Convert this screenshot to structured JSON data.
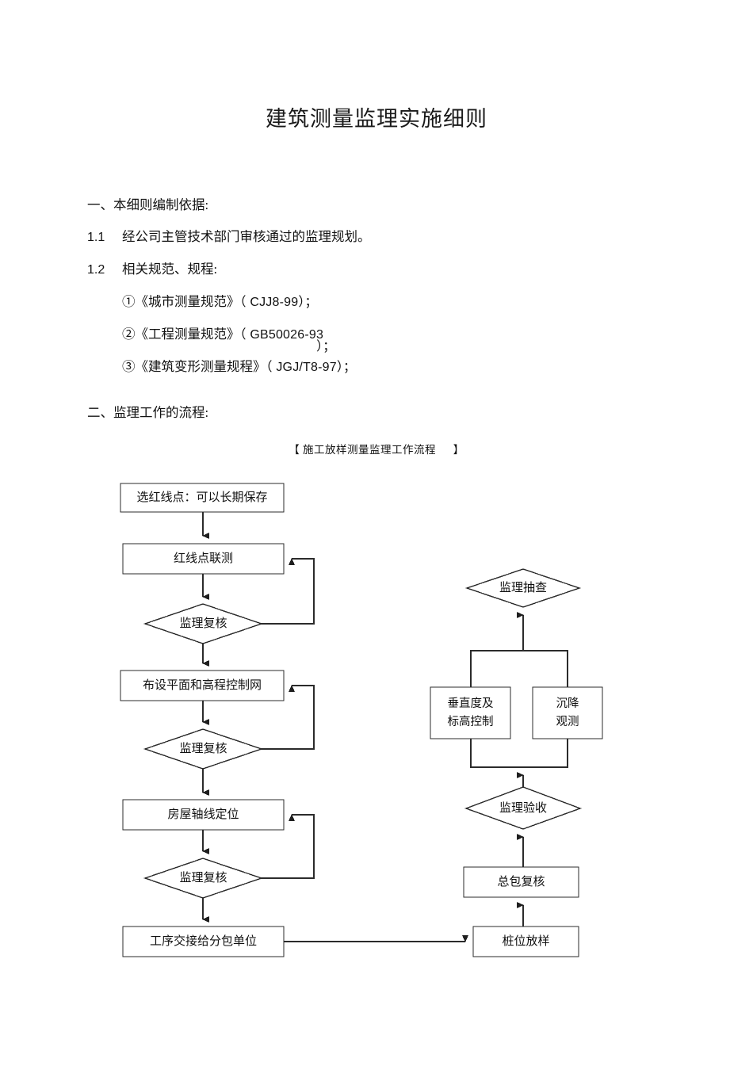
{
  "document": {
    "title": "建筑测量监理实施细则",
    "sections": [
      {
        "heading": "一、本细则编制依据:"
      },
      {
        "number": "1.1",
        "text": "经公司主管技术部门审核通过的监理规划。"
      },
      {
        "number": "1.2",
        "text": "相关规范、规程:"
      }
    ],
    "standards": [
      {
        "marker": "①",
        "name": "《城市测量规范》",
        "code": "（ CJJ8-99）；"
      },
      {
        "marker": "②",
        "name": "《工程测量规范》",
        "code": "（ GB50026-93",
        "code_suffix": "）；"
      },
      {
        "marker": "③",
        "name": "《建筑变形测量规程》",
        "code": "（ JGJ/T8-97）；"
      }
    ],
    "section_two_heading": "二、监理工作的流程:",
    "flow_caption": "【 施工放样测量监理工作流程 　 】"
  },
  "flowchart": {
    "left_column": [
      {
        "id": "select-red-line-point",
        "shape": "box",
        "label": "选红线点：可以长期保存"
      },
      {
        "id": "red-line-joint-survey",
        "shape": "box",
        "label": "红线点联测"
      },
      {
        "id": "supervision-review-1",
        "shape": "diamond",
        "label": "监理复核"
      },
      {
        "id": "layout-control-network",
        "shape": "box",
        "label": "布设平面和高程控制网"
      },
      {
        "id": "supervision-review-2",
        "shape": "diamond",
        "label": "监理复核"
      },
      {
        "id": "building-axis-positioning",
        "shape": "box",
        "label": "房屋轴线定位"
      },
      {
        "id": "supervision-review-3",
        "shape": "diamond",
        "label": "监理复核"
      },
      {
        "id": "handover-to-subcontractor",
        "shape": "box",
        "label": "工序交接给分包单位"
      }
    ],
    "right_column": [
      {
        "id": "supervision-spot-check",
        "shape": "diamond",
        "label": "监理抽查"
      },
      {
        "id": "verticality-elevation-control",
        "shape": "box",
        "label_line1": "垂直度及",
        "label_line2": "标高控制"
      },
      {
        "id": "settlement-observation",
        "shape": "box",
        "label_line1": "沉降",
        "label_line2": "观测"
      },
      {
        "id": "supervision-acceptance",
        "shape": "diamond",
        "label": "监理验收"
      },
      {
        "id": "general-contractor-review",
        "shape": "box",
        "label": "总包复核"
      },
      {
        "id": "pile-position-setting-out",
        "shape": "box",
        "label": "桩位放样"
      }
    ],
    "style": {
      "line_color": "#2b2b2b",
      "box_fill": "#ffffff",
      "text_color": "#101010"
    }
  }
}
